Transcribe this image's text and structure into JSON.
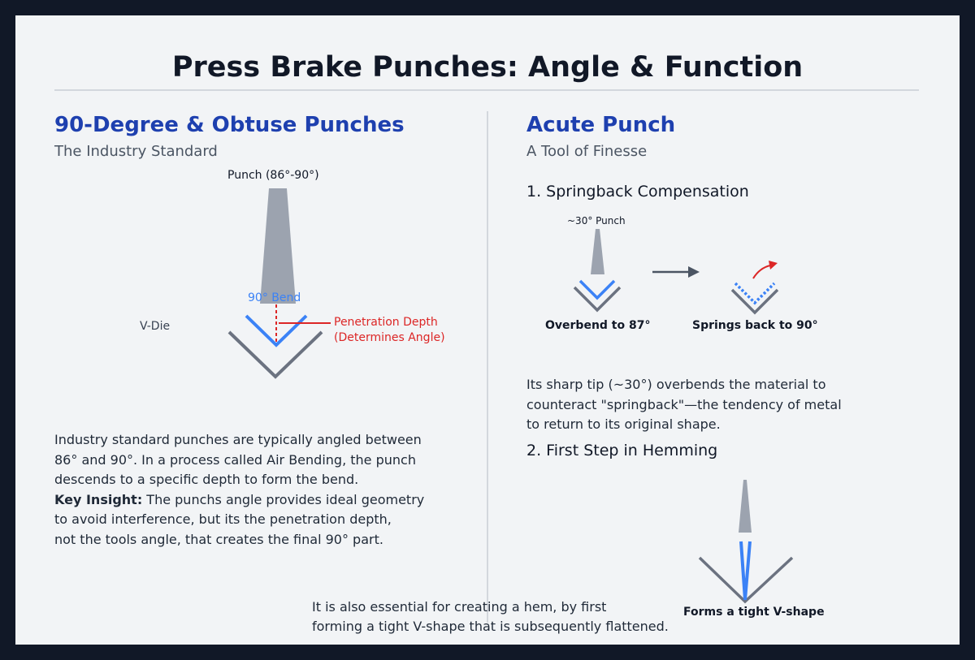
{
  "title": "Press Brake Punches: Angle & Function",
  "left": {
    "heading": "90-Degree & Obtuse Punches",
    "subheading": "The Industry Standard",
    "diagram": {
      "punch_label": "Punch (86°-90°)",
      "bend_label": "90° Bend",
      "vdie_label": "V-Die",
      "penetration_label_1": "Penetration Depth",
      "penetration_label_2": "(Determines Angle)"
    },
    "paragraph": {
      "line1": "Industry standard punches are typically angled between",
      "line2": "86° and 90°. In a process called Air Bending, the punch",
      "line3": "descends to a specific depth to form the bend.",
      "key_label": "Key Insight:",
      "line4": " The punchs angle provides ideal geometry",
      "line5": "to avoid interference, but its the penetration depth,",
      "line6": "not the tools angle, that creates the final 90° part."
    }
  },
  "right": {
    "heading": "Acute Punch",
    "subheading": "A Tool of Finesse",
    "step1": {
      "title": "1. Springback Compensation",
      "punch_label": "~30° Punch",
      "overbend_label": "Overbend to 87°",
      "springback_label": "Springs back to 90°",
      "paragraph": {
        "line1": "Its sharp tip (~30°) overbends the material to",
        "line2": "counteract \"springback\"—the tendency of metal",
        "line3": "to return to its original shape."
      }
    },
    "step2": {
      "title": "2. First Step in Hemming",
      "vshape_label": "Forms a tight V-shape",
      "paragraph": {
        "line1": "It is also essential for creating a hem, by first",
        "line2": "forming a tight V-shape that is subsequently flattened."
      }
    }
  },
  "colors": {
    "background": "#111827",
    "card": "#f2f4f6",
    "heading_blue": "#1e40af",
    "punch_gray": "#9ca3af",
    "die_gray": "#6b7280",
    "sheet_blue": "#3b82f6",
    "accent_red": "#dc2626"
  }
}
